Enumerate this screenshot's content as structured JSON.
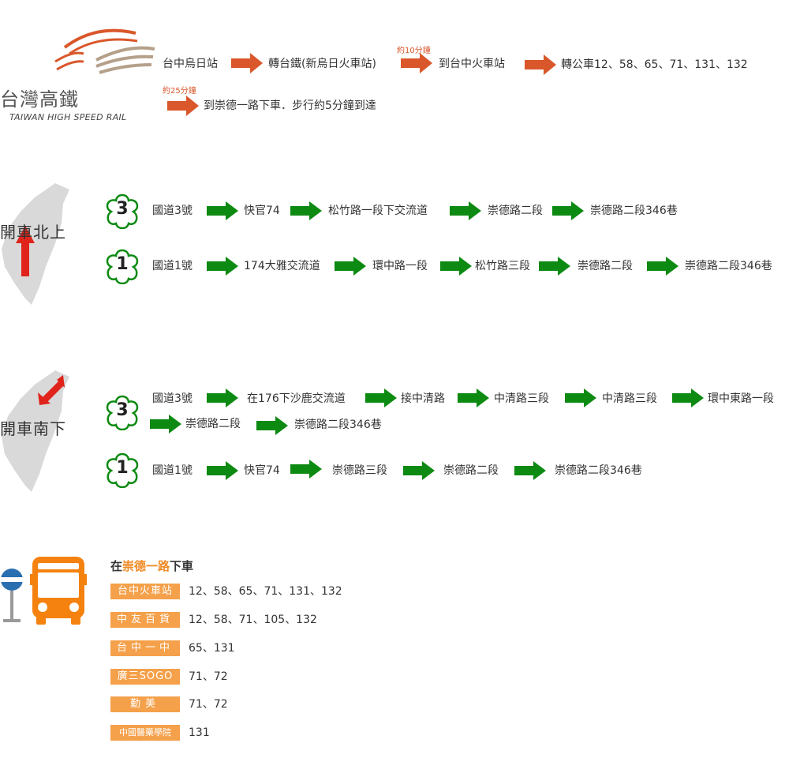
{
  "hsr": {
    "logo_title": "台灣高鐵",
    "logo_subtitle": "TAIWAN HIGH SPEED RAIL",
    "row1": {
      "step1": "台中烏日站",
      "step2": "轉台鐵(新烏日火車站)",
      "note": "約10分鐘",
      "step3": "到台中火車站",
      "step4": "轉公車12、58、65、71、131、132"
    },
    "row2": {
      "note": "約25分鐘",
      "step1": "到崇德一路下車．步行約5分鐘到達"
    }
  },
  "north": {
    "label": "開車北上",
    "route3": {
      "badge": "3",
      "steps": [
        "國道3號",
        "快官74",
        "松竹路一段下交流道",
        "崇德路二段",
        "崇德路二段346巷"
      ]
    },
    "route1": {
      "badge": "1",
      "steps": [
        "國道1號",
        "174大雅交流道",
        "環中路一段",
        "松竹路三段",
        "崇德路二段",
        "崇德路二段346巷"
      ]
    }
  },
  "south": {
    "label": "開車南下",
    "route3": {
      "badge": "3",
      "steps": [
        "國道3號",
        "在176下沙鹿交流道",
        "接中清路",
        "中清路三段",
        "中清路三段",
        "環中東路一段",
        "崇德路二段",
        "崇德路二段346巷"
      ]
    },
    "route1": {
      "badge": "1",
      "steps": [
        "國道1號",
        "快官74",
        "崇德路三段",
        "崇德路二段",
        "崇德路二段346巷"
      ]
    }
  },
  "bus": {
    "title_prefix": "在",
    "title_highlight": "崇德一路",
    "title_suffix": "下車",
    "stops": [
      {
        "name": "台中火車站",
        "routes": "12、58、65、71、131、132"
      },
      {
        "name": "中友百貨",
        "routes": "12、58、71、105、132"
      },
      {
        "name": "台中一中",
        "routes": "65、131"
      },
      {
        "name": "廣三SOGO",
        "routes": "71、72"
      },
      {
        "name": "勤美",
        "routes": "71、72"
      },
      {
        "name": "中國醫藥學院",
        "routes": "131"
      }
    ]
  },
  "colors": {
    "orange_arrow": "#d9572b",
    "green_arrow": "#0d8a12",
    "badge_bg": "#f5a04a",
    "bus_orange": "#f5820f",
    "map_gray": "#d9d9d9",
    "map_arrow": "#e0241b"
  }
}
